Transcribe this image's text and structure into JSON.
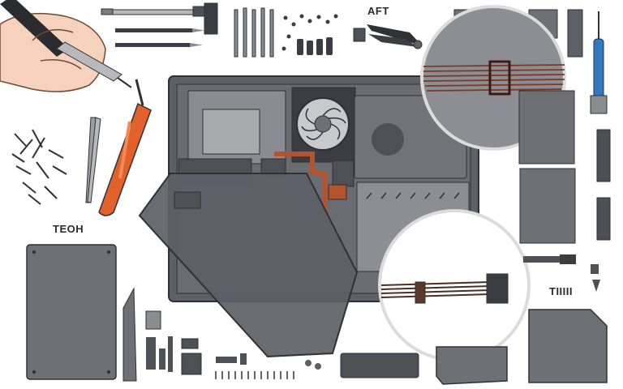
{
  "labels": {
    "left_panel": "TEOH",
    "top_tool": "AFT",
    "right_part": "TIIIII"
  },
  "colors": {
    "background": "#ffffff",
    "chassis": "#5d6066",
    "panel": "#6e7076",
    "panel_dark": "#4e5056",
    "outline": "#2f3136",
    "screwdriver_handle": "#e0622a",
    "ribbon_wire": "#7a3a2a",
    "blue_handle": "#2f78c4",
    "heat_pipe": "#b3542d"
  },
  "icons": [
    "hand-with-screwdriver-icon",
    "screwdriver-icon",
    "tweezers-icon",
    "screw-pile-icon",
    "fan-icon",
    "magnifier-ribbon-cable-icon",
    "connector-cable-icon"
  ]
}
